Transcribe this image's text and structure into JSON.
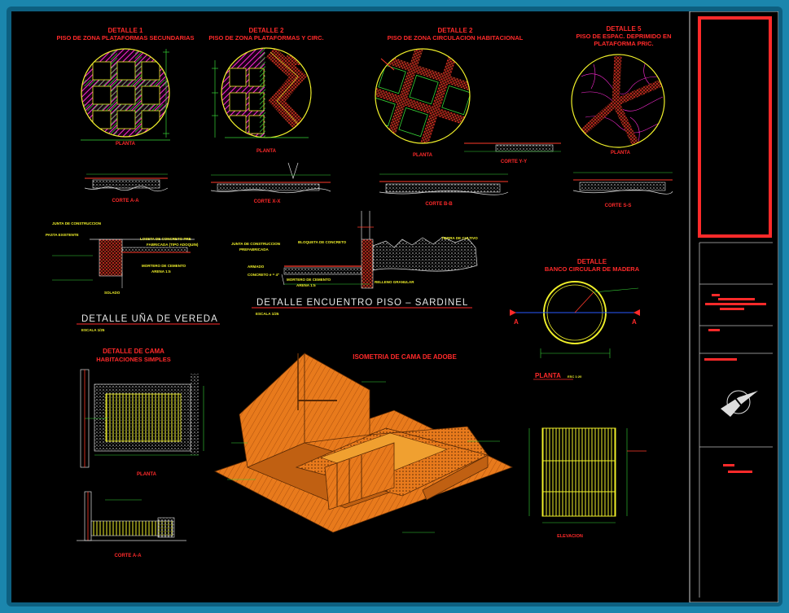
{
  "colors": {
    "background": "#000000",
    "frame": "#1b86ad",
    "title_red": "#ff2a2a",
    "dim_green": "#37d437",
    "hatch_magenta": "#ff2bd6",
    "hatch_red": "#ff3a2a",
    "outline_yellow": "#f0f02a",
    "adobe_orange": "#e87a1c",
    "line_white": "#e6e6e6"
  },
  "details": {
    "d1": {
      "title1": "DETALLE 1",
      "title2": "PISO DE ZONA PLATAFORMAS SECUNDARIAS",
      "plan_label": "PLANTA",
      "section_label": "CORTE A-A"
    },
    "d2a": {
      "title1": "DETALLE 2",
      "title2": "PISO DE ZONA PLATAFORMAS Y CIRC.",
      "plan_label": "PLANTA",
      "section_label": "CORTE X-X"
    },
    "d2b": {
      "title1": "DETALLE 2",
      "title2": "PISO DE ZONA CIRCULACION HABITACIONAL",
      "plan_label": "PLANTA",
      "section_label": "CORTE B-B",
      "cut_label": "CORTE Y-Y"
    },
    "d5": {
      "title1": "DETALLE 5",
      "title2": "PISO DE ESPAC. DEPRIMIDO EN",
      "title3": "PLATAFORMA PRIC.",
      "plan_label": "PLANTA",
      "section_label": "CORTE S-S"
    }
  },
  "una_vereda": {
    "title": "DETALLE UÑA DE VEREDA",
    "scale": "ESCALA 1/25",
    "notes": [
      "JUNTA DE CONSTRUCCION",
      "PASTA EXISTENTE",
      "LOSETA DE CONCRETO PRE",
      "FABRICADA (TIPO ADOQUIN)",
      "MORTERO DE CEMENTO",
      "ARENA 1:5",
      "SOLADO"
    ]
  },
  "encuentro": {
    "title": "DETALLE ENCUENTRO PISO – SARDINEL",
    "scale": "ESCALA 1/25",
    "notes": [
      "JUNTA DE CONSTRUCCION",
      "PREFABRICADA",
      "BLOQUETA DE CONCRETO",
      "ARMADO",
      "CONCRETO e = 4\"",
      "MORTERO DE CEMENTO",
      "ARENA 1:5",
      "RELLENO GRANULAR",
      "TIERRA DE CULTIVO"
    ]
  },
  "banco": {
    "title1": "DETALLE",
    "title2": "BANCO CIRCULAR DE MADERA",
    "plan_label": "PLANTA",
    "plan_scale": "ESC 1:20",
    "cut_a_left": "A",
    "cut_a_right": "A"
  },
  "cama": {
    "title1": "DETALLE DE CAMA",
    "title2": "HABITACIONES SIMPLES",
    "plan_label": "PLANTA",
    "section_label": "CORTE A-A"
  },
  "isometria": {
    "title": "ISOMETRIA  DE CAMA DE ADOBE"
  },
  "elevacion": {
    "label": "ELEVACION"
  }
}
